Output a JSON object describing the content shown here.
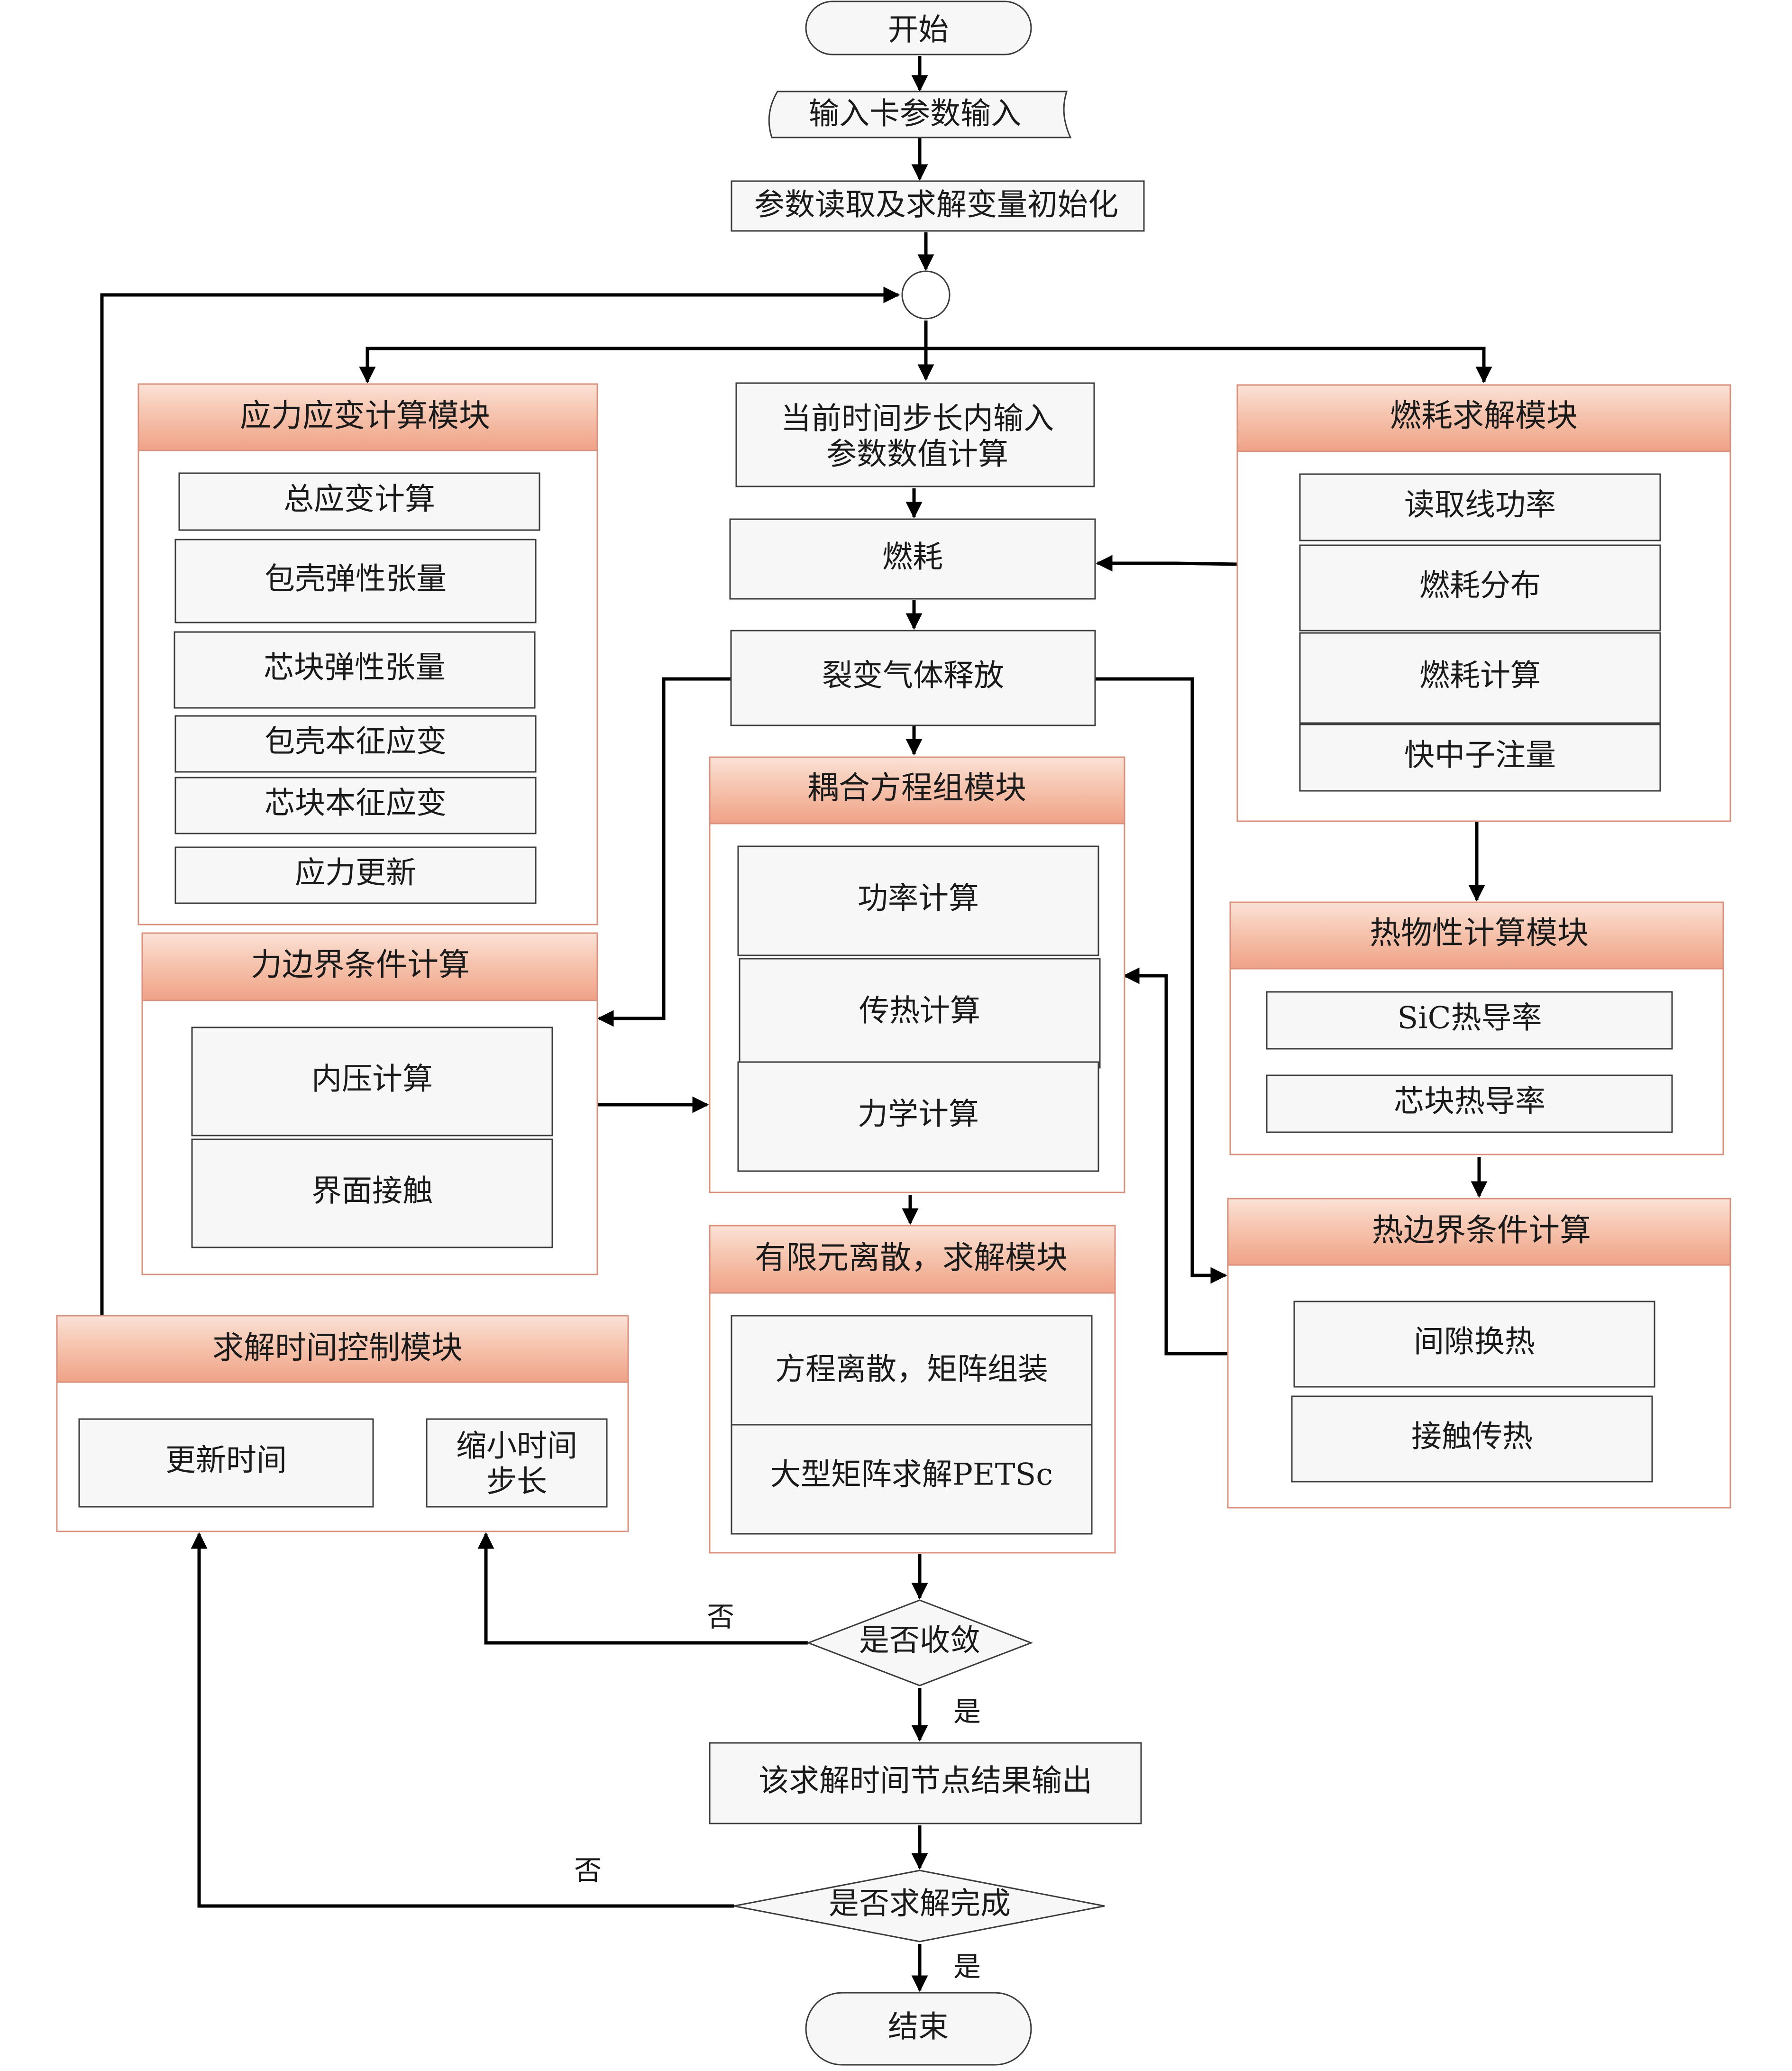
{
  "start": "开始",
  "input_card": "输入卡参数输入",
  "init": "参数读取及求解变量初始化",
  "current_step": [
    "当前时间步长内输入",
    "参数数值计算"
  ],
  "burnup": "燃耗",
  "fission_gas": "裂变气体释放",
  "stress_module": {
    "title": "应力应变计算模块",
    "items": [
      "总应变计算",
      "包壳弹性张量",
      "芯块弹性张量",
      "包壳本征应变",
      "芯块本征应变",
      "应力更新"
    ]
  },
  "force_bc": {
    "title": "力边界条件计算",
    "items": [
      "内压计算",
      "界面接触"
    ]
  },
  "burnup_module": {
    "title": "燃耗求解模块",
    "items": [
      "读取线功率",
      "燃耗分布",
      "燃耗计算",
      "快中子注量"
    ]
  },
  "thermo_module": {
    "title": "热物性计算模块",
    "items": [
      "SiC热导率",
      "芯块热导率"
    ]
  },
  "thermal_bc": {
    "title": "热边界条件计算",
    "items": [
      "间隙换热",
      "接触传热"
    ]
  },
  "coupled_module": {
    "title": "耦合方程组模块",
    "items": [
      "功率计算",
      "传热计算",
      "力学计算"
    ]
  },
  "fem_module": {
    "title": "有限元离散，求解模块",
    "items": [
      "方程离散，矩阵组装",
      "大型矩阵求解PETSc"
    ]
  },
  "time_module": {
    "title": "求解时间控制模块",
    "update": "更新时间",
    "shrink": [
      "缩小时间",
      "步长"
    ]
  },
  "converged": "是否收敛",
  "output": "该求解时间节点结果输出",
  "finished": "是否求解完成",
  "end": "结束",
  "yes": "是",
  "no": "否",
  "colors": {
    "module_header_top": "#f6c7b3",
    "module_header_bottom": "#f0a58c",
    "module_border": "#d9917e"
  }
}
